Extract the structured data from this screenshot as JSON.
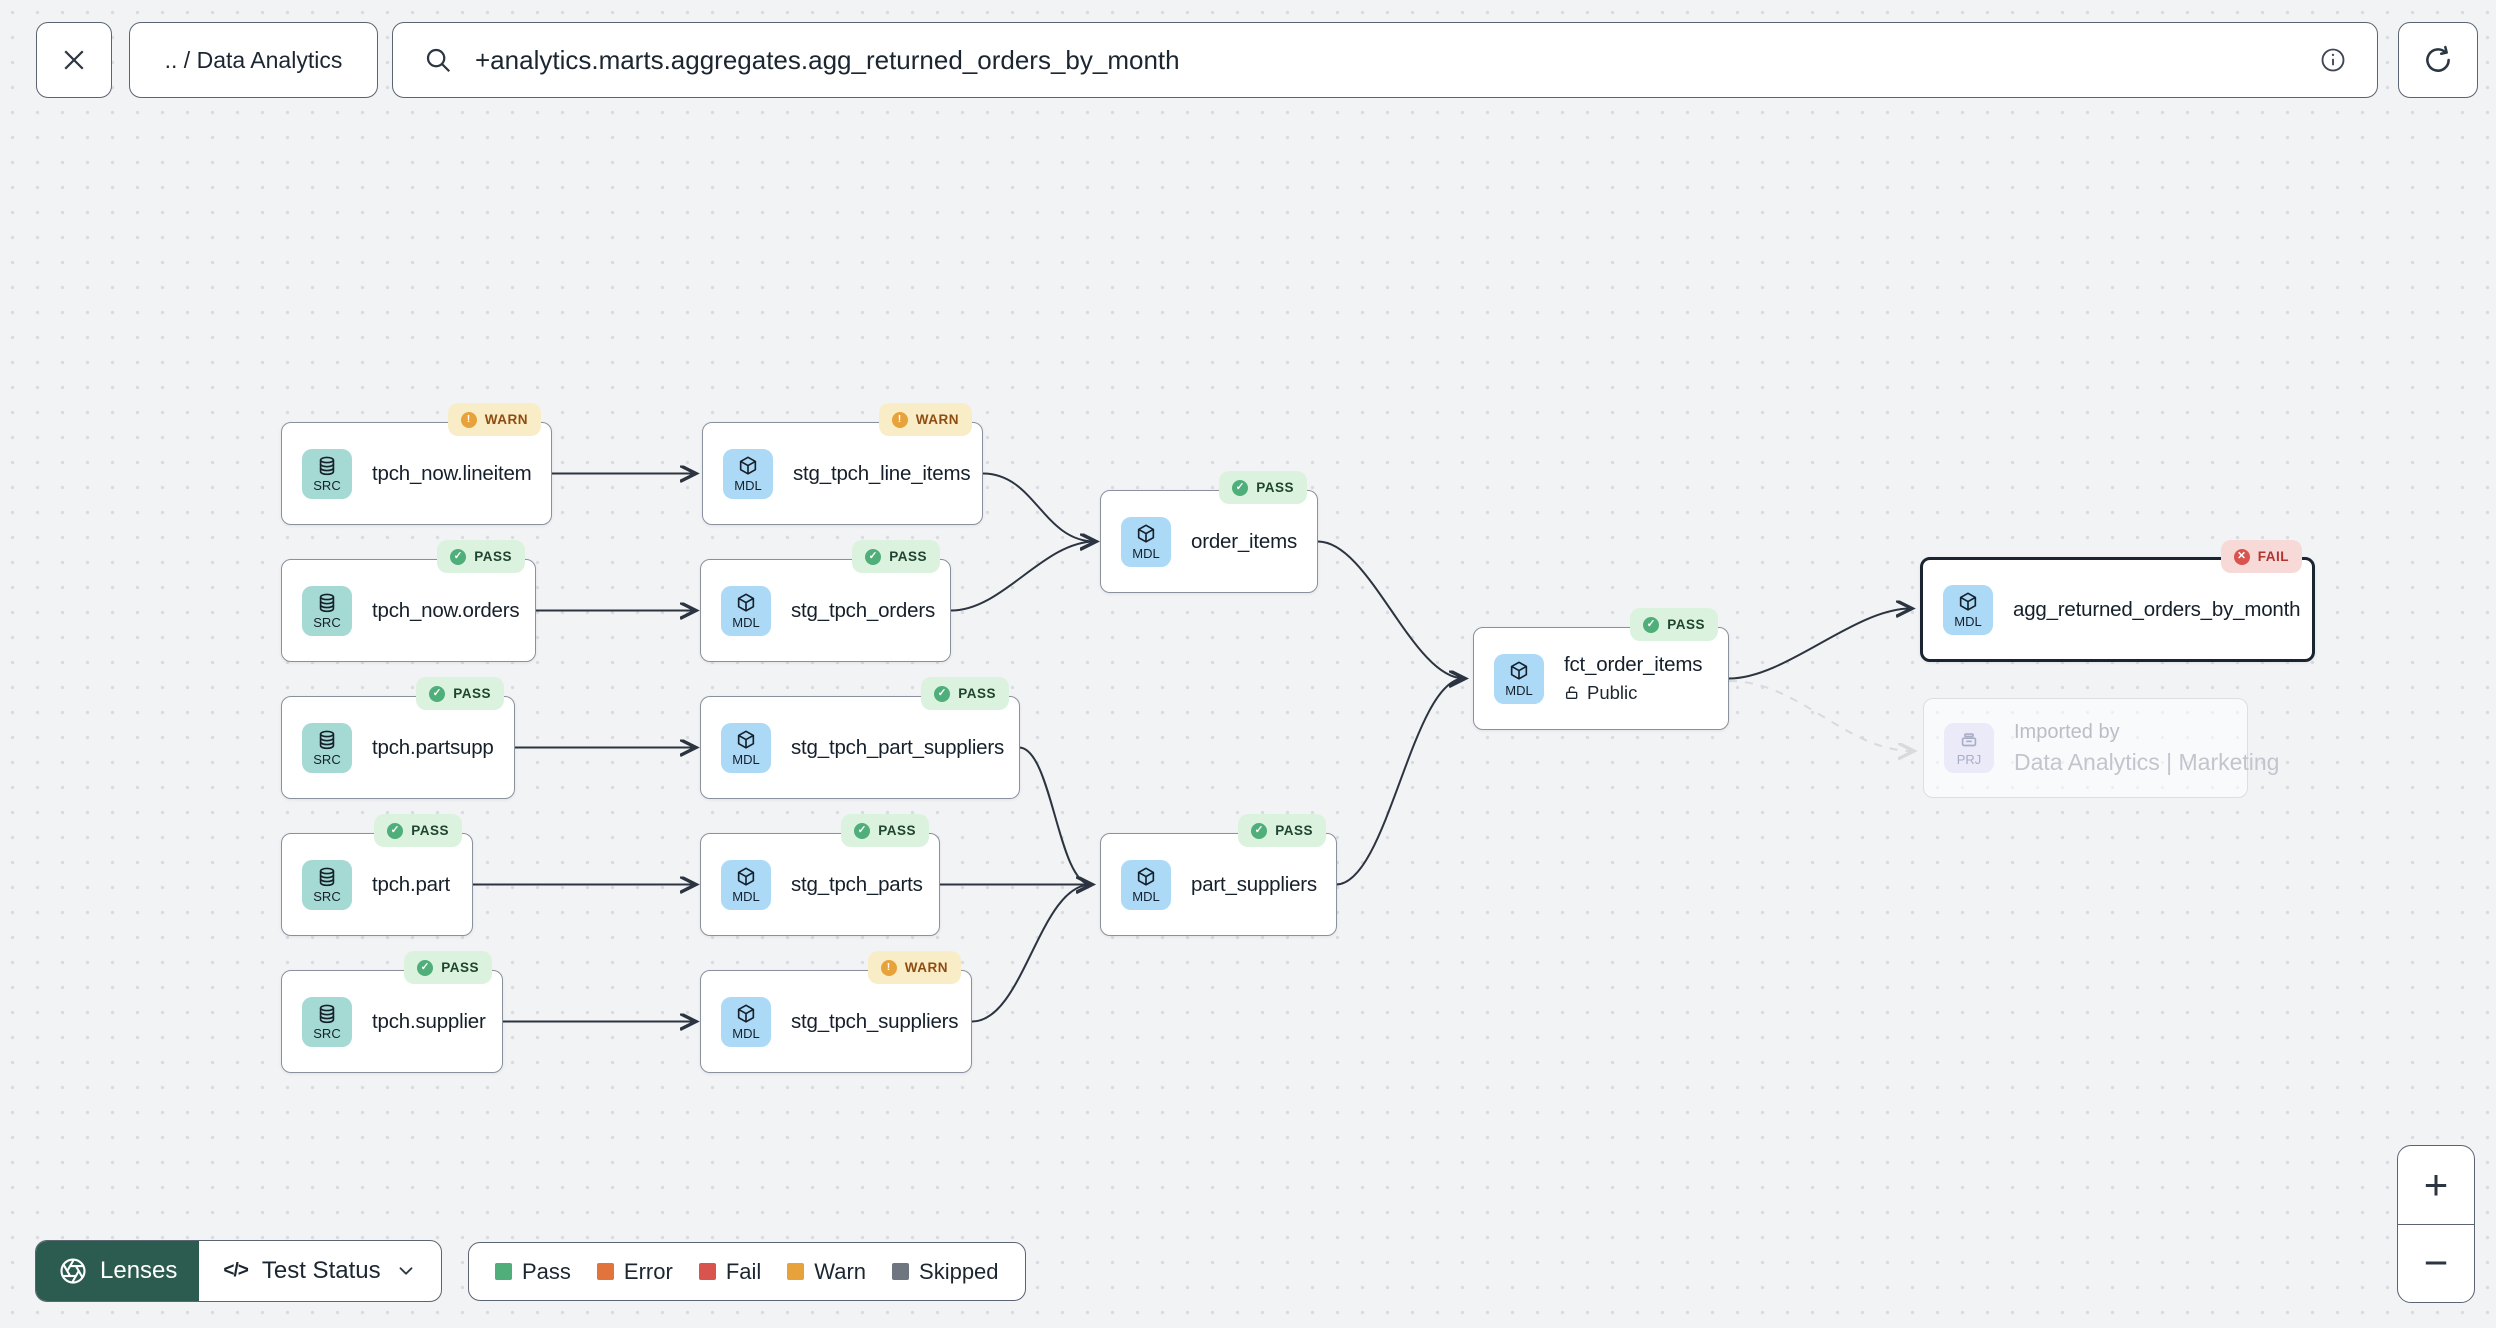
{
  "header": {
    "breadcrumb": ".. / Data Analytics",
    "search_value": "+analytics.marts.aggregates.agg_returned_orders_by_month"
  },
  "icons": {
    "close": "x-cross",
    "search": "magnifier",
    "info": "circled-i",
    "refresh": "circular-arrow",
    "src": "database-cylinder",
    "mdl": "cube",
    "prj": "briefcase",
    "pass": "check-circle",
    "warn": "exclaim-circle",
    "fail": "x-circle",
    "public": "open-padlock",
    "lenses": "aperture",
    "lens_type": "</>",
    "chevron": "down"
  },
  "nodes": [
    {
      "label": "tpch_now.lineitem",
      "type": "SRC",
      "status": "WARN"
    },
    {
      "label": "stg_tpch_line_items",
      "type": "MDL",
      "status": "WARN"
    },
    {
      "label": "tpch_now.orders",
      "type": "SRC",
      "status": "PASS"
    },
    {
      "label": "stg_tpch_orders",
      "type": "MDL",
      "status": "PASS"
    },
    {
      "label": "order_items",
      "type": "MDL",
      "status": "PASS"
    },
    {
      "label": "tpch.partsupp",
      "type": "SRC",
      "status": "PASS"
    },
    {
      "label": "stg_tpch_part_suppliers",
      "type": "MDL",
      "status": "PASS"
    },
    {
      "label": "fct_order_items",
      "type": "MDL",
      "status": "PASS",
      "sublabel": "Public"
    },
    {
      "label": "agg_returned_orders_by_month",
      "type": "MDL",
      "status": "FAIL",
      "selected": true
    },
    {
      "label": "tpch.part",
      "type": "SRC",
      "status": "PASS"
    },
    {
      "label": "stg_tpch_parts",
      "type": "MDL",
      "status": "PASS"
    },
    {
      "label": "part_suppliers",
      "type": "MDL",
      "status": "PASS"
    },
    {
      "label": "tpch.supplier",
      "type": "SRC",
      "status": "PASS"
    },
    {
      "label": "stg_tpch_suppliers",
      "type": "MDL",
      "status": "WARN"
    },
    {
      "type": "PRJ",
      "title": "Imported by",
      "label": "Data Analytics | Marketing",
      "muted": true
    }
  ],
  "toolbar": {
    "lenses_label": "Lenses",
    "lens_selected": "Test Status"
  },
  "legend": {
    "items": [
      {
        "label": "Pass",
        "color": "#4FAE79"
      },
      {
        "label": "Error",
        "color": "#E2733C"
      },
      {
        "label": "Fail",
        "color": "#D9534F"
      },
      {
        "label": "Warn",
        "color": "#E7A23C"
      },
      {
        "label": "Skipped",
        "color": "#6F7680"
      }
    ]
  },
  "zoom_controls": {
    "zoom_in": "+",
    "zoom_out": "−"
  },
  "colors": {
    "pass": "#4FAE79",
    "error": "#E2733C",
    "fail": "#D9534F",
    "warn": "#E7A23C",
    "skipped": "#6F7680",
    "lenses_green": "#2C5C50",
    "src_tile": "#A5D9D4",
    "mdl_tile": "#ABD9F6",
    "prj_tile": "#EAEAF8",
    "selected_border": "#1B2531",
    "edge": "#2B3440",
    "canvas_bg": "#F2F3F5"
  }
}
